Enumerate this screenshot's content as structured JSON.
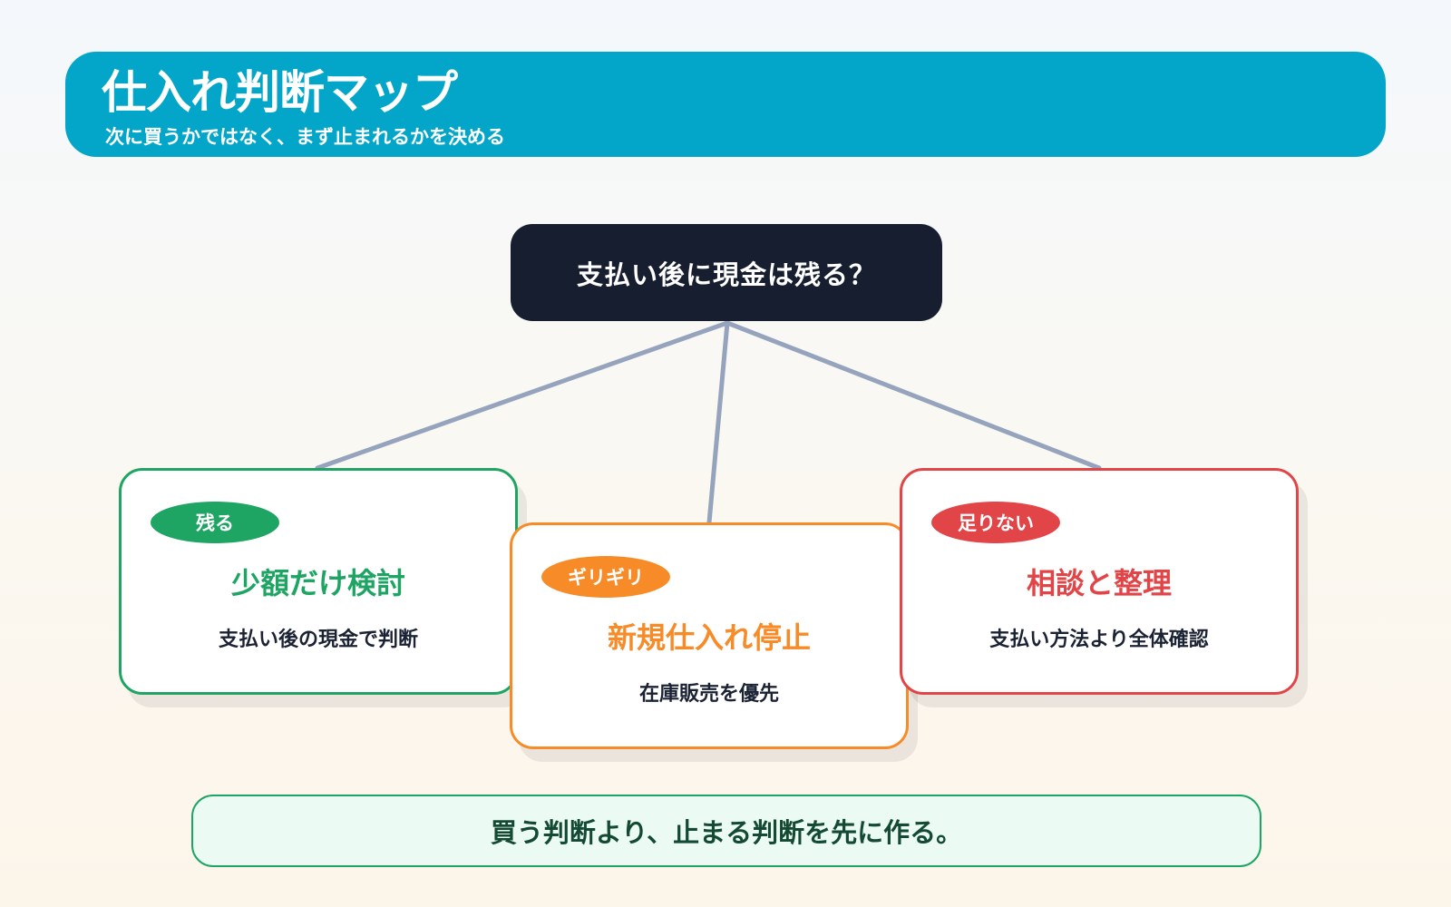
{
  "header": {
    "title": "仕入れ判断マップ",
    "subtitle": "次に買うかではなく、まず止まれるかを決める"
  },
  "root": {
    "question": "支払い後に現金は残る？"
  },
  "branches": [
    {
      "badge": "残る",
      "title": "少額だけ検討",
      "description": "支払い後の現金で判断",
      "color": "#1ea463"
    },
    {
      "badge": "ギリギリ",
      "title": "新規仕入れ停止",
      "description": "在庫販売を優先",
      "color": "#f68b27"
    },
    {
      "badge": "足りない",
      "title": "相談と整理",
      "description": "支払い方法より全体確認",
      "color": "#e24547"
    }
  ],
  "footer": {
    "message": "買う判断より、止まる判断を先に作る。"
  },
  "colors": {
    "header_bg": "#03a6c8",
    "root_bg": "#161e30",
    "connector": "#95a3bd",
    "footer_bg": "#ebfbf3",
    "footer_border": "#1ea463"
  }
}
